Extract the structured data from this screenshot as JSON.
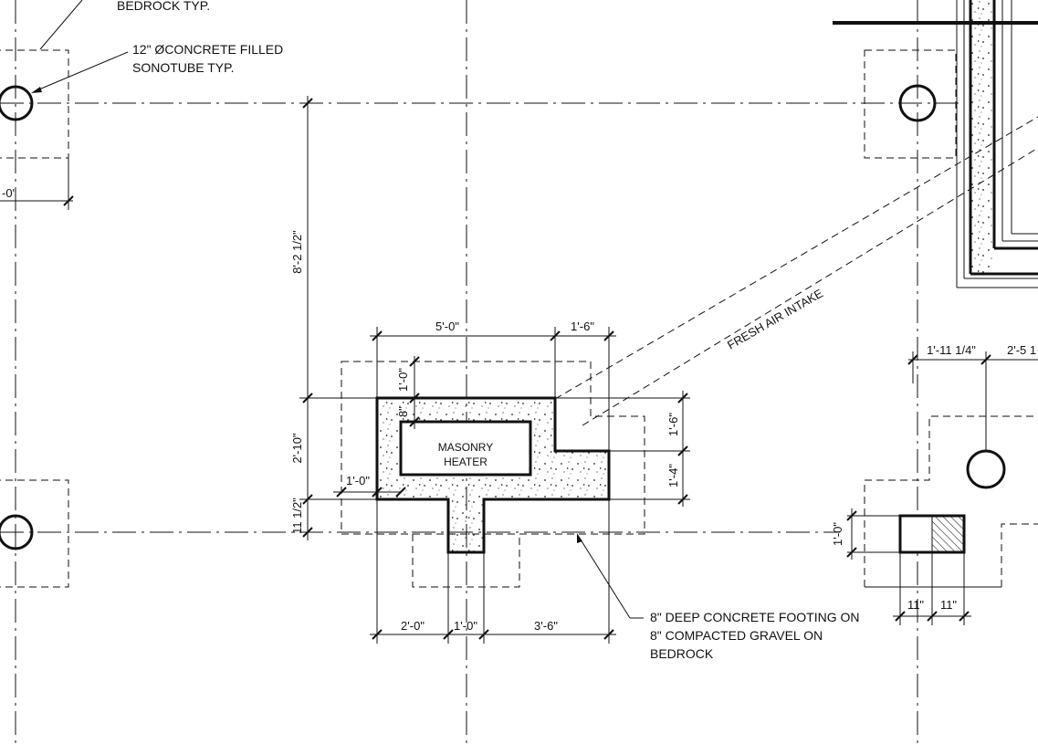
{
  "notes": {
    "bedrock_typ": "BEDROCK TYP.",
    "sonotube_line1": "12\" ØCONCRETE FILLED",
    "sonotube_line2": "SONOTUBE TYP.",
    "fresh_air": "FRESH AIR INTAKE",
    "heater_line1": "MASONRY",
    "heater_line2": "HEATER",
    "footing_line1": "8\" DEEP CONCRETE FOOTING ON",
    "footing_line2": "8\" COMPACTED GRAVEL ON",
    "footing_line3": "BEDROCK"
  },
  "dims": {
    "left_edge": "-0'",
    "overall_vertical": "8'-2 1/2\"",
    "top_5": "5'-0\"",
    "top_1_6": "1'-6\"",
    "top_1_0_vertical": "1'-0\"",
    "inner_8": "8\"",
    "left_2_10": "2'-10\"",
    "left_11_half": "11 1/2\"",
    "left_1_0": "1'-0\"",
    "right_1_6": "1'-6\"",
    "right_1_4": "1'-4\"",
    "bottom_2_0": "2'-0\"",
    "bottom_1_0": "1'-0\"",
    "bottom_3_6": "3'-6\"",
    "far_1_11": "1'-11 1/4\"",
    "far_2_5": "2'-5 1",
    "small_1_0": "1'-0\"",
    "small_11a": "11\"",
    "small_11b": "11\""
  }
}
